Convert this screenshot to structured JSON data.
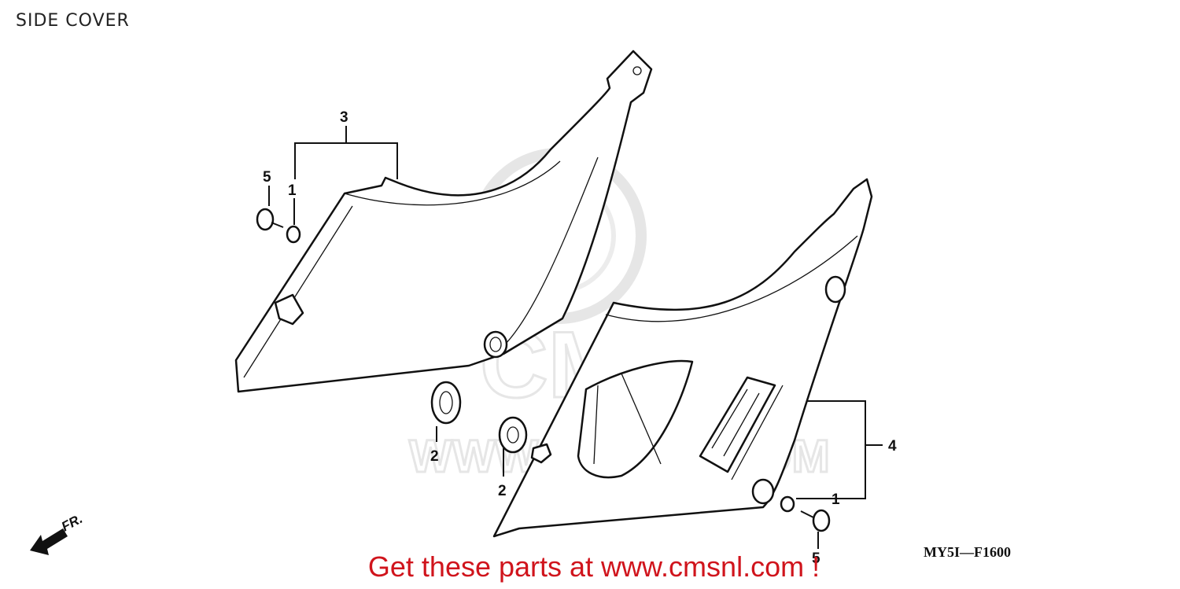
{
  "title": "SIDE COVER",
  "diagram_code": "MY5I—F1600",
  "direction_label": "FR.",
  "callouts": {
    "p3": "3",
    "p5_left": "5",
    "p1_left": "1",
    "p2_a": "2",
    "p2_b": "2",
    "p4": "4",
    "p1_right": "1",
    "p5_right": "5"
  },
  "watermark": {
    "logo": "CMS",
    "site": "WWW.CMSNL.COM"
  },
  "footer": "Get these parts at www.cmsnl.com !",
  "colors": {
    "footer_text": "#d0141c",
    "watermark": "#e6e6e6",
    "line_art": "#111111"
  }
}
